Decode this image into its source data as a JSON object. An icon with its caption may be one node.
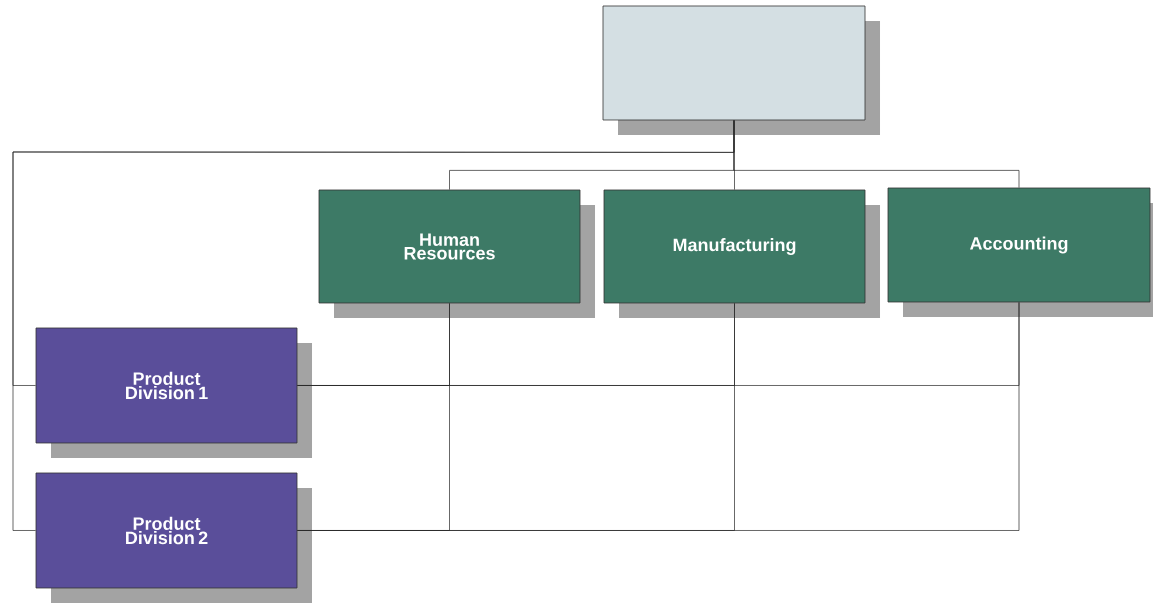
{
  "diagram": {
    "nodes": [
      {
        "text": [],
        "shape": "box"
      },
      {
        "text": [
          "Human Resources"
        ]
      },
      {
        "text": [
          "Manufacturing"
        ]
      },
      {
        "text": [
          "Accounting"
        ]
      },
      {
        "text": [
          "Product Division 1"
        ]
      },
      {
        "text": [
          "Product Division 2"
        ]
      }
    ],
    "edges": [
      {
        "from": 0,
        "to": 1,
        "arrow": "none"
      },
      {
        "from": 0,
        "to": 2,
        "arrow": "none"
      },
      {
        "from": 0,
        "to": 3,
        "arrow": "none"
      },
      {
        "from": 0,
        "to": 4,
        "arrow": "none"
      },
      {
        "from": 0,
        "to": 5,
        "arrow": "none"
      },
      {
        "from": 1,
        "to": 4,
        "arrow": "none"
      },
      {
        "from": 1,
        "to": 5,
        "arrow": "none"
      },
      {
        "from": 2,
        "to": 4,
        "arrow": "none"
      },
      {
        "from": 2,
        "to": 5,
        "arrow": "none"
      },
      {
        "from": 3,
        "to": 4,
        "arrow": "none"
      },
      {
        "from": 3,
        "to": 5,
        "arrow": "none"
      }
    ]
  }
}
